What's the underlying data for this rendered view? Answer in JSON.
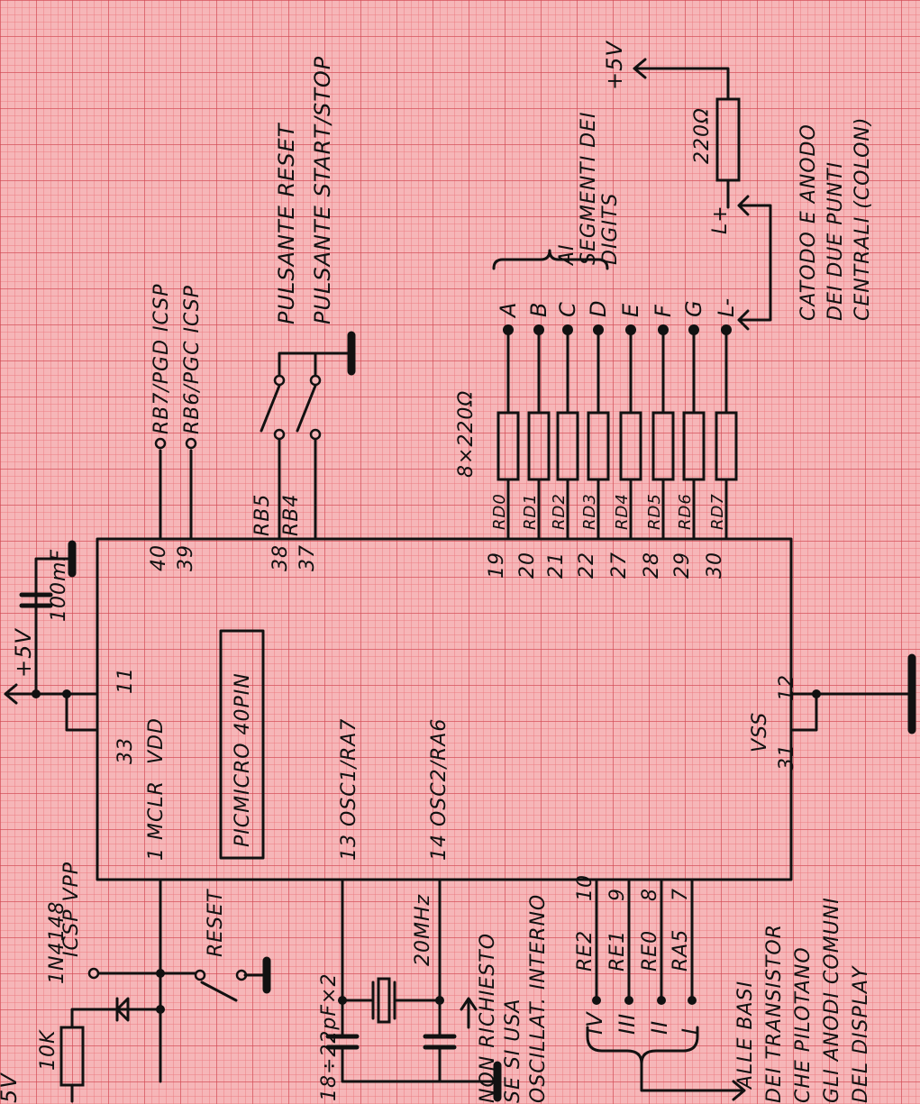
{
  "chip": {
    "name": "PICMICRO 40PIN",
    "mclr": "1 MCLR",
    "vdd_label": "VDD",
    "pin33": "33",
    "pin11": "11",
    "osc1": "13 OSC1/RA7",
    "osc2": "14 OSC2/RA6",
    "vss_label": "VSS",
    "pin31": "31",
    "pin12": "12",
    "pin40": "40",
    "pin39": "39",
    "pin38": "38",
    "pin37": "37"
  },
  "power": {
    "vdd_supply": "+5V",
    "cap": "100mF",
    "top_supply": "+5V",
    "left_supply": "5V"
  },
  "icsp": {
    "rb7": "RB7/PGD  ICSP",
    "rb6": "RB6/PGC  ICSP",
    "vpp": "ICSP VPP"
  },
  "buttons": {
    "rb5": "RB5",
    "rb4": "RB4",
    "reset_label": "PULSANTE RESET",
    "startstop_label": "PULSANTE START/STOP"
  },
  "reset_circuit": {
    "resistor": "10K",
    "diode": "1N4148",
    "switch": "RESET"
  },
  "oscillator": {
    "caps": "18÷22pF×2",
    "crystal": "20MHz",
    "note": [
      "NON RICHIESTO",
      "SE SI USA",
      "OSCILLAT. INTERNO"
    ]
  },
  "segments": {
    "resistor_pack": "8×220Ω",
    "pins": [
      "19",
      "20",
      "21",
      "22",
      "27",
      "28",
      "29",
      "30"
    ],
    "ports": [
      "RD0",
      "RD1",
      "RD2",
      "RD3",
      "RD4",
      "RD5",
      "RD6",
      "RD7"
    ],
    "outputs": [
      "A",
      "B",
      "C",
      "D",
      "E",
      "F",
      "G",
      "L-"
    ],
    "brace_label": [
      "AI",
      "SEGMENTI DEI",
      "DIGITS"
    ]
  },
  "colon": {
    "lplus": "L+",
    "resistor": "220Ω",
    "note": [
      "CATODO E ANODO",
      "DEI DUE PUNTI",
      "CENTRALI (COLON)"
    ]
  },
  "digits": {
    "pins": [
      "10",
      "9",
      "8",
      "7"
    ],
    "ports": [
      "RE2",
      "RE1",
      "RE0",
      "RA5"
    ],
    "numerals": [
      "IV",
      "III",
      "II",
      "I"
    ],
    "note": [
      "ALLE BASI",
      "DEI TRANSISTOR",
      "CHE PILOTANO",
      "GLI ANODI COMUNI",
      "DEL DISPLAY"
    ]
  }
}
